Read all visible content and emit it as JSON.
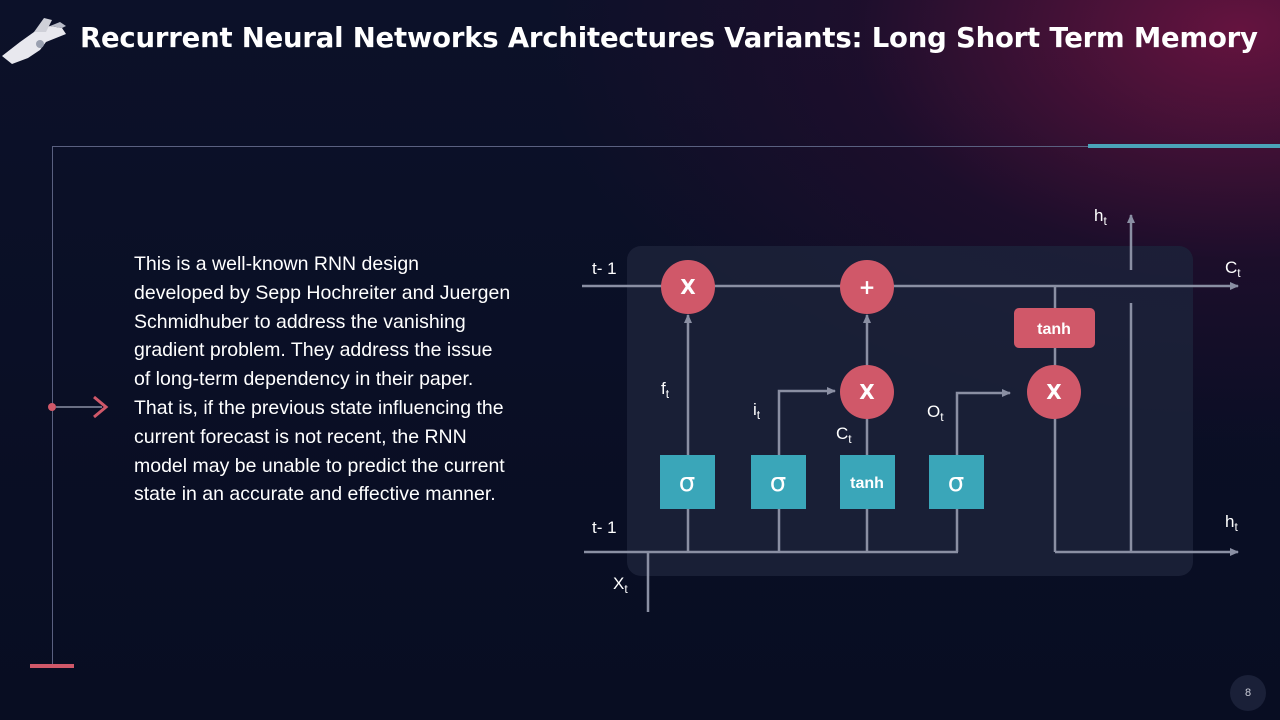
{
  "slide": {
    "title": "Recurrent Neural Networks Architectures Variants: Long Short Term Memory",
    "body": "This is a well-known RNN design developed by Sepp Hochreiter and Juergen Schmidhuber to address the vanishing gradient problem. They address the issue of long-term dependency in their paper. That is, if the previous state influencing the current forecast is not recent, the RNN model may be unable to predict the current state in an accurate and effective manner.",
    "page_number": "8"
  },
  "diagram": {
    "labels": {
      "top_t1": "t- 1",
      "bottom_t1": "t- 1",
      "ht_top_main": "h",
      "ht_top_sub": "t",
      "ct_right_main": "C",
      "ct_right_sub": "t",
      "ht_right_main": "h",
      "ht_right_sub": "t",
      "xt_main": "X",
      "xt_sub": "t",
      "ft_main": "f",
      "ft_sub": "t",
      "it_main": "i",
      "it_sub": "t",
      "ct_mid_main": "C",
      "ct_mid_sub": "t",
      "ot_main": "O",
      "ot_sub": "t"
    },
    "nodes": {
      "forget_mult": "X",
      "add": "+",
      "input_mult": "X",
      "output_mult": "X",
      "sigma_forget": "σ",
      "sigma_input": "σ",
      "tanh_candidate": "tanh",
      "sigma_output": "σ",
      "tanh_cell": "tanh"
    },
    "colors": {
      "op_node": "#d05869",
      "gate_box": "#3aa6b9",
      "line": "#8a8fa3",
      "panel": "#1c2239"
    }
  }
}
